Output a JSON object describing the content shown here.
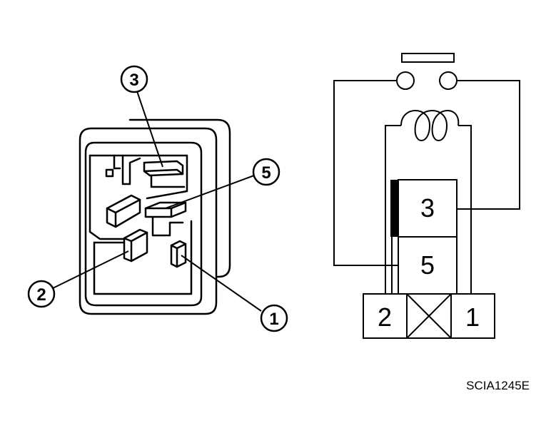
{
  "relay_body": {
    "callouts": [
      {
        "id": "pin-3",
        "label": "3"
      },
      {
        "id": "pin-5",
        "label": "5"
      },
      {
        "id": "pin-2",
        "label": "2"
      },
      {
        "id": "pin-1",
        "label": "1"
      }
    ]
  },
  "schematic": {
    "coil_terminals": {
      "upper": "3",
      "lower": "5"
    },
    "switch_terminals": {
      "left": "2",
      "right": "1"
    }
  },
  "reference_code": "SCIA1245E"
}
